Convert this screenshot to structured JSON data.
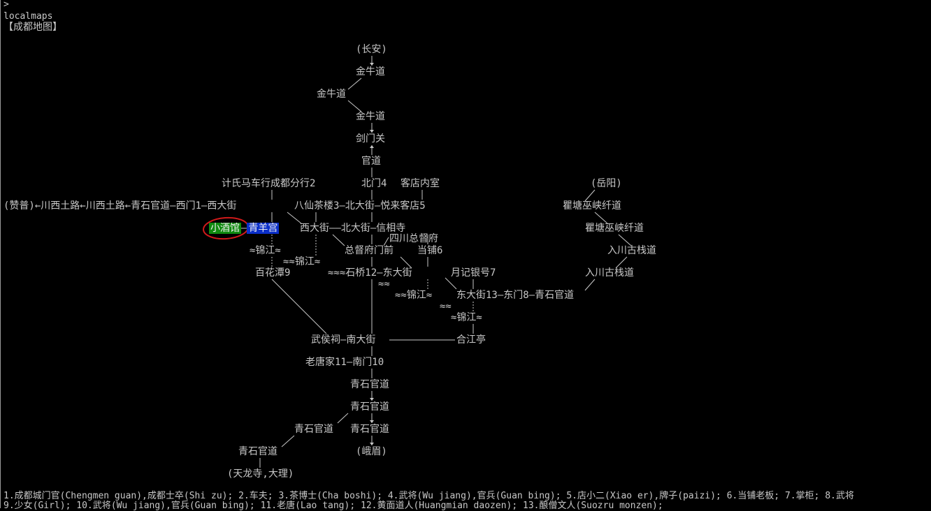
{
  "terminal": {
    "prompt": ">",
    "command": "localmaps",
    "map_title": "【成都地图】"
  },
  "nodes": {
    "changan": "(长安)",
    "jinniu1": "金牛道",
    "jinniu2": "金牛道",
    "jinniu3": "金牛道",
    "jianmen": "剑门关",
    "guandao": "官道",
    "bei_men": "北门4",
    "kedian_neishi": "客店内室",
    "xu_mache": "计氏马车行成都分行2",
    "row_west": "(赞普)←川西土路←川西土路←青石官道—西门1—西大街",
    "baxian": "八仙茶楼3—北大街—悦来客店5",
    "yueyang": "(岳阳)",
    "qutang1": "瞿塘巫峡纤道",
    "qutang2": "瞿塘巫峡纤道",
    "xiao_jiuguan": "小酒馆",
    "qingyang_gong": "青羊宫",
    "xi_dajie2": "西大街——北大街—信相寺",
    "sichuan_zongdu": "四川总督府",
    "zongdu_menqian": "总督府门前",
    "dangpu": "当铺6",
    "ruchuan1": "入川古栈道",
    "ruchuan2": "入川古栈道",
    "jinjiang_a": "≈锦江≈",
    "jinjiang_b": "≈≈锦江≈",
    "baihuatan": "百花潭9",
    "shiqiao": "≈≈≈石桥12—东大街",
    "yueji": "月记银号7",
    "wave1": "≈≈",
    "jinjiang_c": "≈≈锦江≈",
    "dong_dajie": "东大街13—东门8—青石官道",
    "wave2": "≈≈",
    "jinjiang_d": "≈锦江≈",
    "wuhouci": "武侯祠—南大街",
    "hejiangting": "合江亭",
    "laotang": "老唐家11—南门10",
    "qingshi1": "青石官道",
    "qingshi2": "青石官道",
    "qingshi3": "青石官道",
    "qingshi4": "青石官道",
    "qingshi5": "青石官道",
    "emei": "(峨眉)",
    "tianlong": "(天龙寺,大理)"
  },
  "footer": {
    "line1": "1.成都城门官(Chengmen guan),成都士卒(Shi zu); 2.车夫; 3.茶博士(Cha boshi); 4.武将(Wu jiang),官兵(Guan bing); 5.店小二(Xiao er),牌子(paizi); 6.当铺老板; 7.掌柜; 8.武将",
    "line2": "9.少女(Girl); 10.武将(Wu jiang),官兵(Guan bing); 11.老唐(Lao tang); 12.黄面道人(Huangmian daozen); 13.酿僧文人(Suozru monzen);"
  },
  "colors": {
    "background": "#000000",
    "text": "#c8c8c8",
    "current_room_bg": "#0f8a0f",
    "exit_bg": "#0b2fc9",
    "circle": "#d21a1a"
  }
}
